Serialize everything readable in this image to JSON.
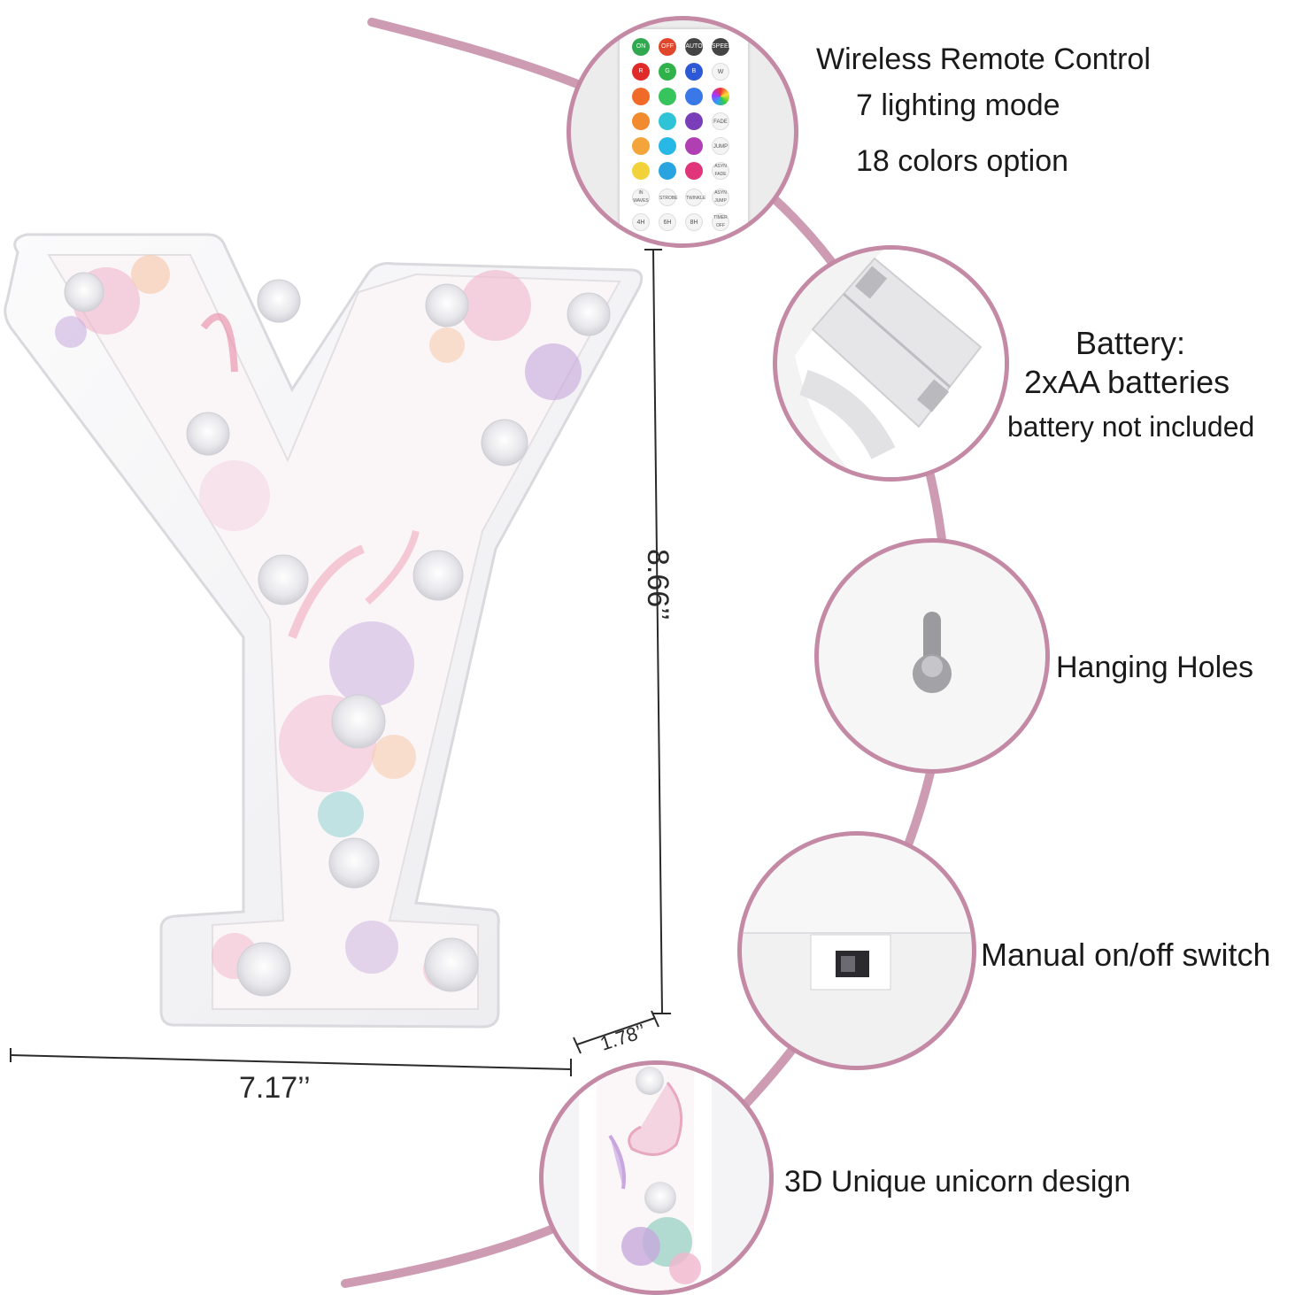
{
  "colors": {
    "ring_arc": "#c48aa5",
    "circle_border": "#c48aa5",
    "letter_white": "#f6f6f7",
    "floral_pink": "#f1b7cc",
    "floral_purple": "#c7a9dc",
    "floral_teal": "#8fd0cf",
    "text": "#1a1a1a"
  },
  "product": {
    "letter": "Y",
    "width_dimension": "7.17’’",
    "height_dimension": "8.66’’",
    "depth_dimension": "1.78’’"
  },
  "features": {
    "remote": {
      "title": "Wireless Remote Control",
      "line2": "7 lighting mode",
      "line3": "18 colors option",
      "icon": "remote-control-icon"
    },
    "battery": {
      "title": "Battery:",
      "line2": "2xAA batteries",
      "line3": "battery not included",
      "icon": "battery-compartment-icon"
    },
    "hanging": {
      "title": "Hanging Holes",
      "icon": "keyhole-icon"
    },
    "switch": {
      "title": "Manual on/off switch",
      "icon": "toggle-switch-icon"
    },
    "design": {
      "title": "3D Unique unicorn design",
      "icon": "unicorn-side-icon"
    }
  },
  "remote_buttons": {
    "row1": [
      "ON",
      "OFF",
      "AUTO",
      "SPEED"
    ],
    "row2": [
      "R",
      "G",
      "B",
      "W"
    ],
    "labels_right": [
      "FADE",
      "JUMP",
      "ASYN FADE",
      "ASYN JUMP"
    ],
    "row7": [
      "IN WAVES",
      "STROBE",
      "TWINKLE"
    ],
    "row8": [
      "4H",
      "6H",
      "8H",
      "TIMER OFF"
    ]
  }
}
